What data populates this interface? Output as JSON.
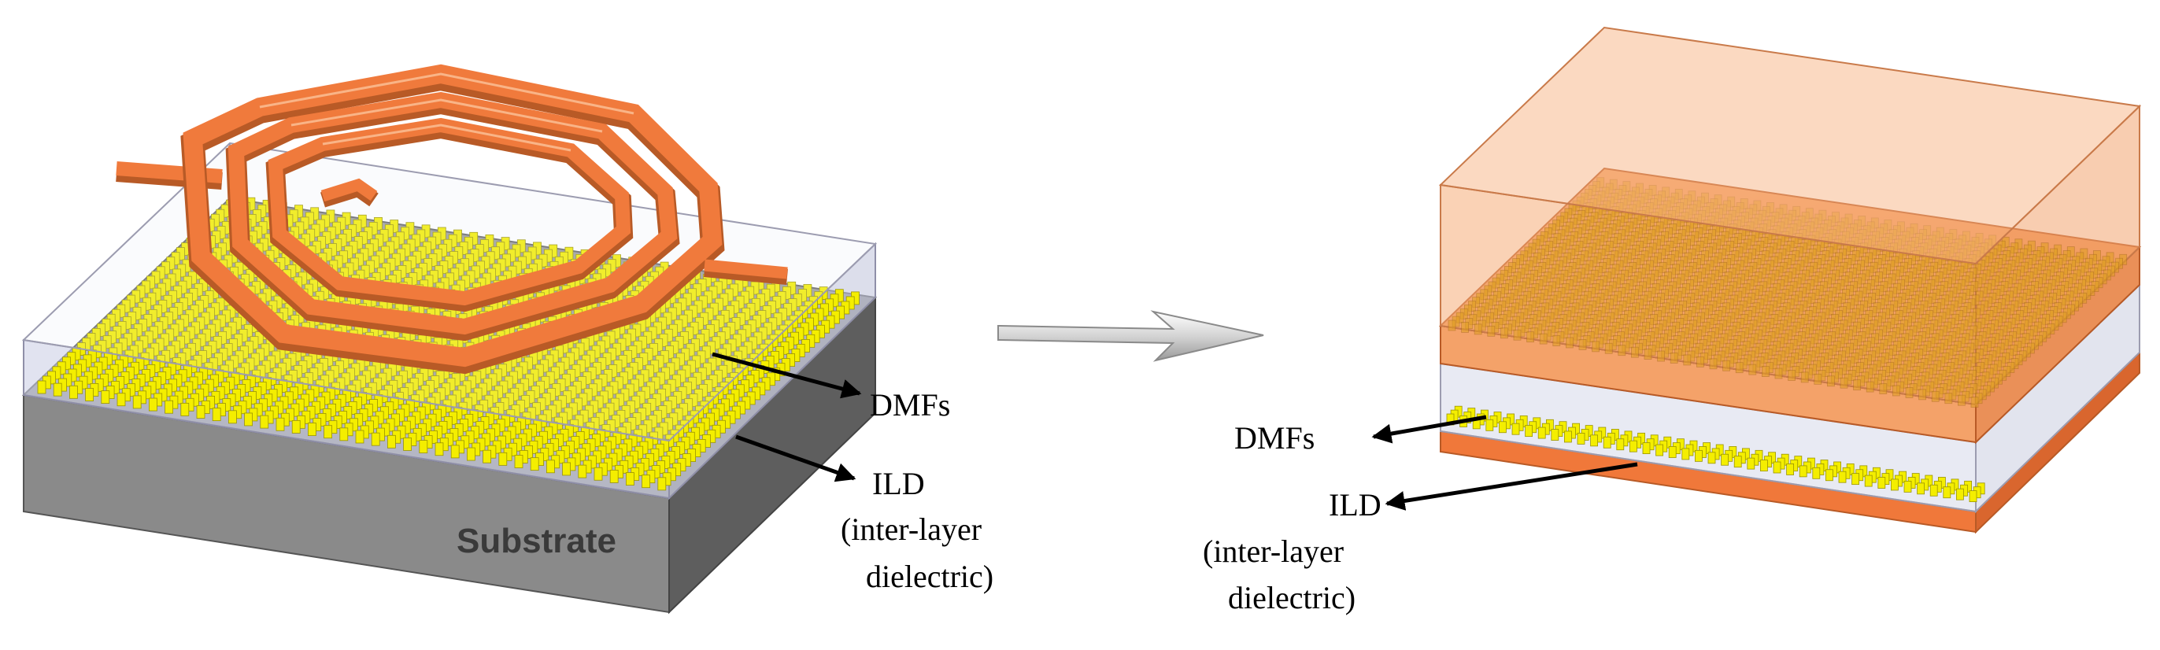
{
  "left_figure": {
    "substrate_label": "Substrate",
    "dmf_label": "DMFs",
    "ild_label": {
      "line1": "ILD",
      "line2": "(inter-layer",
      "line3": "dielectric)"
    }
  },
  "right_figure": {
    "dmf_label": "DMFs",
    "ild_label": {
      "line1": "ILD",
      "line2": "(inter-layer",
      "line3": "dielectric)"
    }
  },
  "colors": {
    "inductor": "#f07a3c",
    "dmf_fill": "#f4ee00",
    "substrate": "#8c8c8c",
    "ild_layer": "#f59a5a"
  },
  "icons": [
    "transition-arrow-icon",
    "pointer-arrow-icon"
  ]
}
